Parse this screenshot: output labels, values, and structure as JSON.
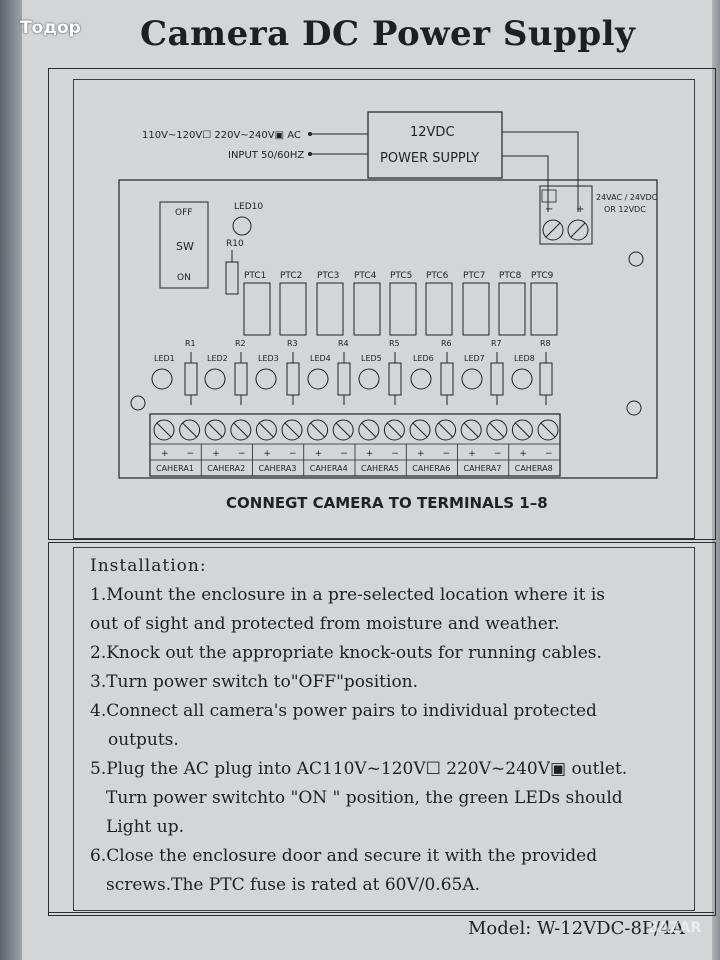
{
  "watermark": "Тодор",
  "title": "Camera DC Power Supply",
  "diagram": {
    "input_voltage": "110V~120V☐  220V~240V▣ AC",
    "input_freq": "INPUT  50/60HZ",
    "psu_line1": "12VDC",
    "psu_line2": "POWER SUPPLY",
    "output_label_1": "24VAC / 24VDC",
    "output_label_2": "OR 12VDC",
    "polarity_minus": "−",
    "polarity_plus": "+",
    "switch_off": "OFF",
    "switch_sw": "SW",
    "switch_on": "ON",
    "led10": "LED10",
    "r10": "R10",
    "ptc_labels": [
      "PTC1",
      "PTC2",
      "PTC3",
      "PTC4",
      "PTC5",
      "PTC6",
      "PTC7",
      "PTC8",
      "PTC9"
    ],
    "r_labels": [
      "R1",
      "R2",
      "R3",
      "R4",
      "R5",
      "R6",
      "R7",
      "R8"
    ],
    "led_labels": [
      "LED1",
      "LED2",
      "LED3",
      "LED4",
      "LED5",
      "LED6",
      "LED7",
      "LED8"
    ],
    "camera_labels": [
      "CAHERA1",
      "CAHERA2",
      "CAHERA3",
      "CAHERA4",
      "CAHERA5",
      "CAHERA6",
      "CAHERA7",
      "CAHERA8"
    ],
    "terminal_plus": "+",
    "terminal_minus": "−",
    "connect_text": "CONNEGT CAMERA TO TERMINALS 1–8"
  },
  "installation": {
    "heading": "Installation:",
    "lines": [
      "1.Mount the enclosure in a pre-selected location where it is",
      "out of sight and protected from moisture and weather.",
      "2.Knock out the appropriate knock-outs for running cables.",
      "3.Turn power switch to\"OFF\"position.",
      "4.Connect all camera's power pairs to individual protected",
      "outputs.",
      "5.Plug the AC plug into AC110V~120V☐  220V~240V▣ outlet.",
      "Turn power switchto  \"ON \"  position, the green LEDs should",
      "Light up.",
      "6.Close the enclosure door and secure it with the provided",
      "screws.The PTC fuse is rated at 60V/0.65A."
    ]
  },
  "model": "Model: W-12VDC-8P/4A",
  "footer_logo": "BAZAR"
}
